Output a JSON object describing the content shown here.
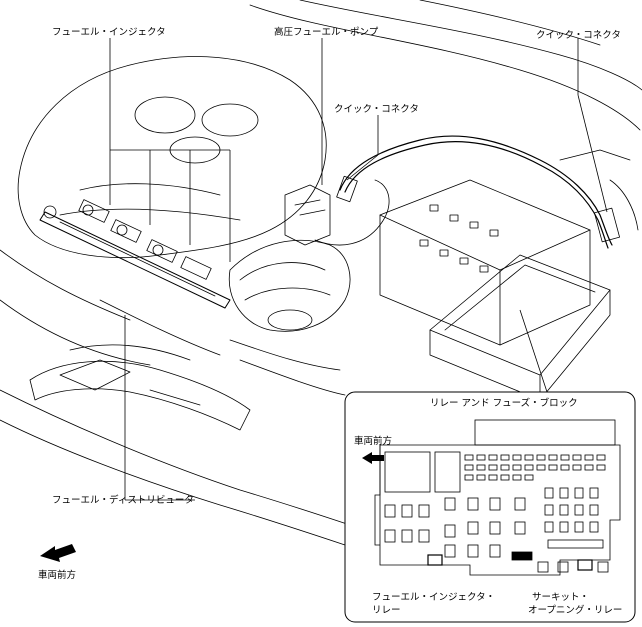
{
  "labels": {
    "fuel_injector": "フューエル・インジェクタ",
    "hp_fuel_pump": "高圧フューエル・ポンプ",
    "quick_connector_right": "クイック・コネクタ",
    "quick_connector_center": "クイック・コネクタ",
    "relay_block": "リレー アンド フューズ・ブロック",
    "vehicle_front_inset": "車両前方",
    "fuel_distributor": "フューエル・ディストリビュータ",
    "vehicle_front_main": "車両前方",
    "injector_relay_line1": "フューエル・インジェクタ・",
    "injector_relay_line2": "リレー",
    "circuit_relay_line1": "サーキット・",
    "circuit_relay_line2": "オープニング・リレー"
  }
}
